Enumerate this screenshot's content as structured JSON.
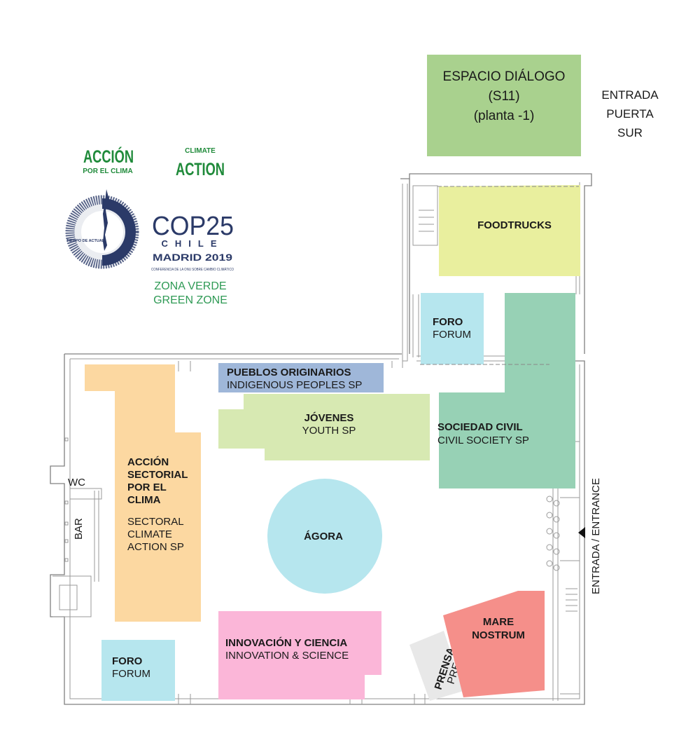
{
  "top_box": {
    "line1": "ESPACIO DIÁLOGO",
    "line2": "(S11)",
    "line3": "(planta -1)",
    "color": "#a9d18e"
  },
  "south_entrance": {
    "line1": "ENTRADA",
    "line2": "PUERTA",
    "line3": "SUR"
  },
  "logo": {
    "accion": "ACCIÓN",
    "por_el_clima": "POR EL CLIMA",
    "climate": "CLIMATE",
    "action": "ACTION",
    "tiempo": "TIEMPO DE ACTUAR",
    "cop": "COP25",
    "chile": "CHILE",
    "madrid": "MADRID 2019",
    "conferencia": "CONFERENCIA DE LA ONU SOBRE CAMBIO CLIMÁTICO",
    "zona_verde": "ZONA VERDE",
    "green_zone": "GREEN ZONE",
    "green_color": "#1f8a3a",
    "navy_color": "#2b3a68"
  },
  "zones": {
    "foodtrucks": {
      "label": "FOODTRUCKS",
      "color": "#e9ef9e"
    },
    "foro_top": {
      "es": "FORO",
      "en": "FORUM",
      "color": "#b6e6ee"
    },
    "pueblos": {
      "es": "PUEBLOS ORIGINARIOS",
      "en": "INDIGENOUS PEOPLES SP",
      "color": "#9fb7d9"
    },
    "jovenes": {
      "es": "JÓVENES",
      "en": "YOUTH SP",
      "color": "#d7e9b2"
    },
    "sociedad": {
      "es": "SOCIEDAD CIVIL",
      "en": "CIVIL SOCIETY SP",
      "color": "#97d1b5"
    },
    "accion_sectorial": {
      "es_lines": [
        "ACCIÓN",
        "SECTORIAL",
        "POR EL",
        "CLIMA"
      ],
      "en_lines": [
        "SECTORAL",
        "CLIMATE",
        "ACTION SP"
      ],
      "color": "#fcd8a1"
    },
    "agora": {
      "label": "ÁGORA",
      "color": "#b6e6ee"
    },
    "innovacion": {
      "es": "INNOVACIÓN Y CIENCIA",
      "en": "INNOVATION & SCIENCE",
      "color": "#fbb6d8"
    },
    "mare": {
      "line1": "MARE",
      "line2": "NOSTRUM",
      "color": "#f58f8a"
    },
    "prensa": {
      "es": "PRENSA",
      "en": "PRESS",
      "color": "#e8e8e8"
    },
    "foro_bottom": {
      "es": "FORO",
      "en": "FORUM",
      "color": "#b6e6ee"
    }
  },
  "facilities": {
    "wc": "WC",
    "bar": "BAR"
  },
  "main_entrance": {
    "label": "ENTRADA / ENTRANCE"
  }
}
